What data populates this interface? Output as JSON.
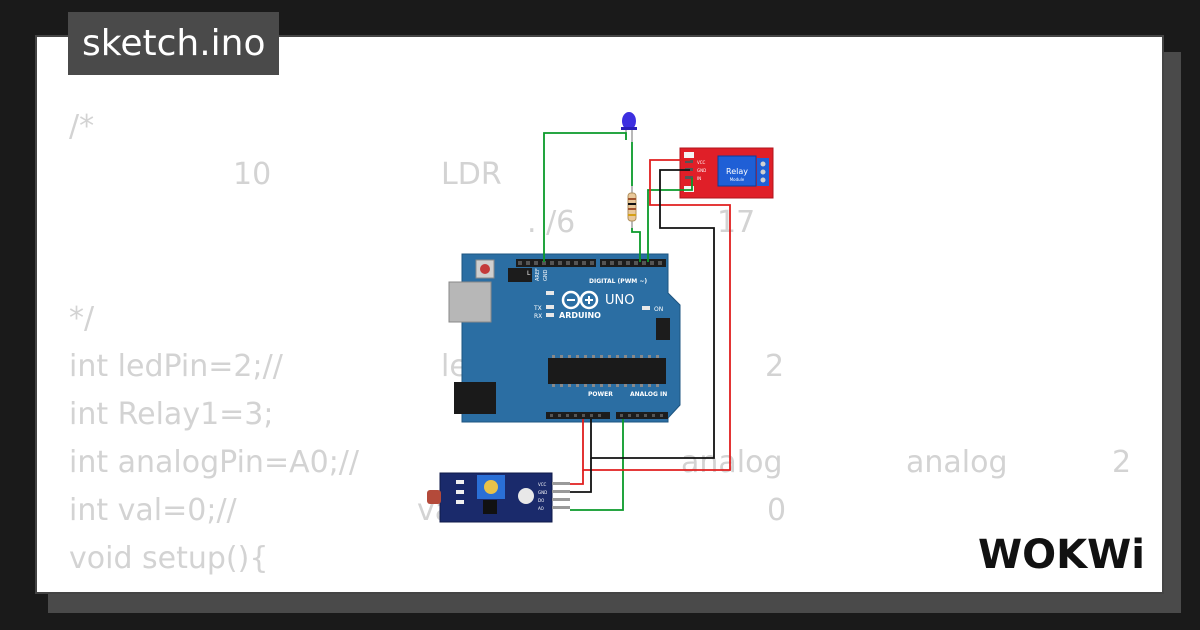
{
  "title": "sketch.ino",
  "code": {
    "comment_open": "/*",
    "comment_frag_1": "10",
    "comment_frag_2": "LDR",
    "comment_frag_3": ". /6",
    "comment_frag_4": "17",
    "comment_close": "*/",
    "line_led": "int ledPin=2;//",
    "line_led_frag_1": "le",
    "line_led_frag_2": "2",
    "line_relay": "int Relay1=3;",
    "line_analog": "int analogPin=A0;//",
    "line_analog_frag_1": "analog",
    "line_analog_frag_2": "analog",
    "line_analog_frag_3": "2",
    "line_val": "int val=0;//",
    "line_val_frag_1": "va",
    "line_val_frag_2": "0",
    "line_setup": "void setup(){"
  },
  "board": {
    "brand": "ARDUINO",
    "model": "UNO",
    "digital_label": "DIGITAL (PWM ~)",
    "power_label": "POWER",
    "analog_label": "ANALOG IN",
    "on_label": "ON",
    "tx_label": "TX",
    "rx_label": "RX",
    "l_label": "L",
    "aref_label": "AREF",
    "gnd_label": "GND"
  },
  "relay": {
    "label": "Relay",
    "sublabel": "Module",
    "pin_vcc": "VCC",
    "pin_gnd": "GND",
    "pin_in": "IN"
  },
  "ldr_module": {
    "pin_vcc": "VCC",
    "pin_gnd": "GND",
    "pin_do": "DO",
    "pin_ao": "AO"
  },
  "logo": "WOKWi",
  "colors": {
    "background": "#1a1a1a",
    "tab": "#4a4a4a",
    "board": "#2b6ea3",
    "relay": "#e01f28",
    "ldr_board": "#1a2a6b",
    "wire_green": "#0a9a2a",
    "wire_red": "#e01f1f",
    "wire_black": "#111111",
    "led": "#3d2fe0"
  }
}
